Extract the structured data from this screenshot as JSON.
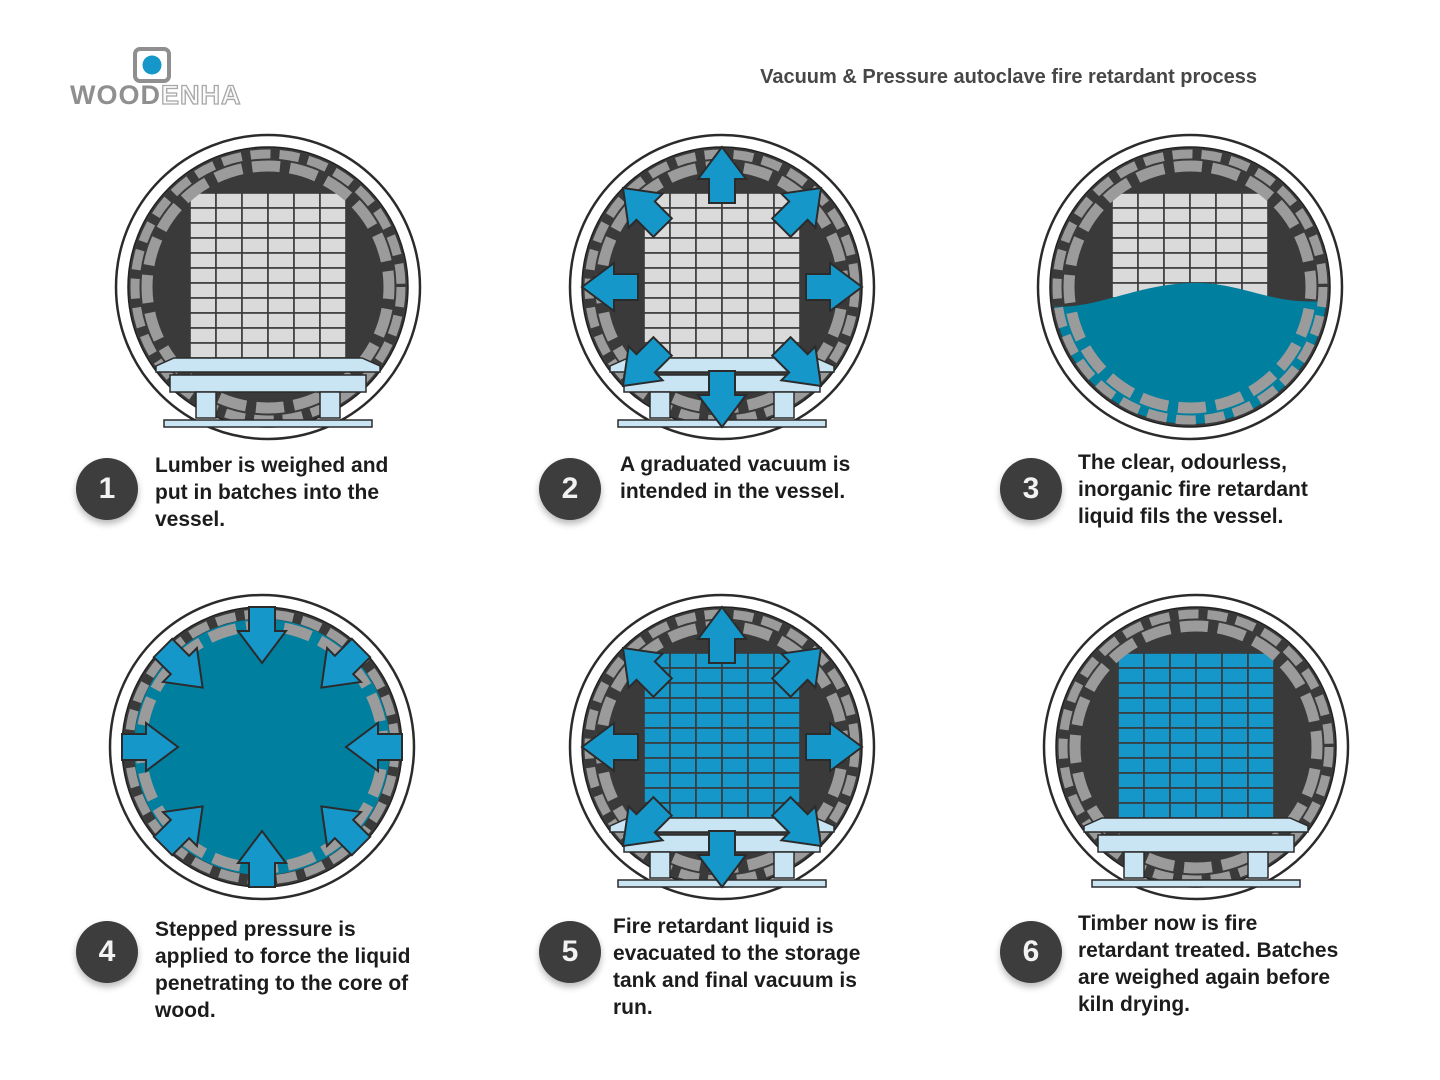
{
  "header": {
    "brand": {
      "bold": "WOOD",
      "outline": "ENHA"
    },
    "title": "Vacuum & Pressure autoclave fire retardant process"
  },
  "colors": {
    "accent_blue": "#1697c9",
    "liquid_teal": "#007f9e",
    "vessel_dark": "#3a3a3a",
    "badge_dark": "#3d3d3d",
    "segment_gray": "#9b9b9b",
    "lumber_gray": "#dadada",
    "pallet_blue": "#c9e5f4",
    "outline_dark": "#2b2b2b",
    "background": "#ffffff"
  },
  "steps": [
    {
      "number": "1",
      "text": "Lumber is weighed and\nput in batches into the\nvessel.",
      "illustration": "lumber-batch-on-trolley-in-vessel",
      "lumber": "gray",
      "pallet": true,
      "liquid": "none",
      "arrows": "none"
    },
    {
      "number": "2",
      "text": "A graduated vacuum is\nintended in the vessel.",
      "illustration": "vacuum-arrows-pointing-outward",
      "lumber": "gray",
      "pallet": true,
      "liquid": "none",
      "arrows": "out"
    },
    {
      "number": "3",
      "text": "The clear, odourless,\ninorganic fire retardant\nliquid fils the vessel.",
      "illustration": "retardant-liquid-filling-vessel",
      "lumber": "gray",
      "pallet": false,
      "liquid": "half",
      "arrows": "none"
    },
    {
      "number": "4",
      "text": "Stepped pressure is\napplied to force the liquid\npenetrating to the core of\nwood.",
      "illustration": "pressure-arrows-pointing-inward-full-liquid",
      "lumber": "none",
      "pallet": false,
      "liquid": "full",
      "arrows": "in"
    },
    {
      "number": "5",
      "text": "Fire retardant liquid is\nevacuated to the storage\ntank and final vacuum is\nrun.",
      "illustration": "treated-lumber-final-vacuum-arrows-outward",
      "lumber": "blue",
      "pallet": true,
      "liquid": "none",
      "arrows": "out"
    },
    {
      "number": "6",
      "text": "Timber now is fire\nretardant treated. Batches\nare weighed again before\nkiln drying.",
      "illustration": "treated-timber-on-trolley",
      "lumber": "blue",
      "pallet": true,
      "liquid": "none",
      "arrows": "none"
    }
  ]
}
